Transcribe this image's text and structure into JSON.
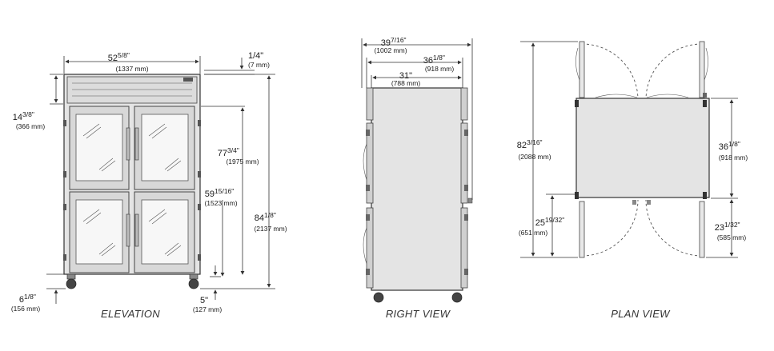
{
  "elevation": {
    "caption": "ELEVATION",
    "width": "52",
    "width_frac": "5/8\"",
    "width_mm": "(1337 mm)",
    "top_gap": "1/4\"",
    "top_gap_mm": "(7 mm)",
    "header_height": "14",
    "header_height_frac": "3/8\"",
    "header_height_mm": "(366 mm)",
    "opening_height": "77",
    "opening_height_frac": "3/4\"",
    "opening_height_mm": "(1975 mm)",
    "lower_height": "59",
    "lower_height_frac": "15/16\"",
    "lower_height_mm": "(1523 mm)",
    "overall_height": "84",
    "overall_height_frac": "1/8\"",
    "overall_height_mm": "(2137 mm)",
    "caster_height": "6",
    "caster_height_frac": "1/8\"",
    "caster_height_mm": "(156 mm)",
    "floor_gap": "5\"",
    "floor_gap_mm": "(127 mm)"
  },
  "right_view": {
    "caption": "RIGHT VIEW",
    "overall_depth": "39",
    "overall_depth_frac": "7/16\"",
    "overall_depth_mm": "(1002 mm)",
    "cabinet_depth": "36",
    "cabinet_depth_frac": "1/8\"",
    "cabinet_depth_mm": "(918 mm)",
    "inner_depth": "31\"",
    "inner_depth_mm": "(788 mm)"
  },
  "plan_view": {
    "caption": "PLAN VIEW",
    "door_swing": "82",
    "door_swing_frac": "3/16\"",
    "door_swing_mm": "(2088 mm)",
    "front_clearance": "25",
    "front_clearance_frac": "19/32\"",
    "front_clearance_mm": "(651 mm)",
    "depth": "36",
    "depth_frac": "1/8\"",
    "depth_mm": "(918 mm)",
    "door_width": "23",
    "door_width_frac": "1/32\"",
    "door_width_mm": "(585 mm)"
  }
}
